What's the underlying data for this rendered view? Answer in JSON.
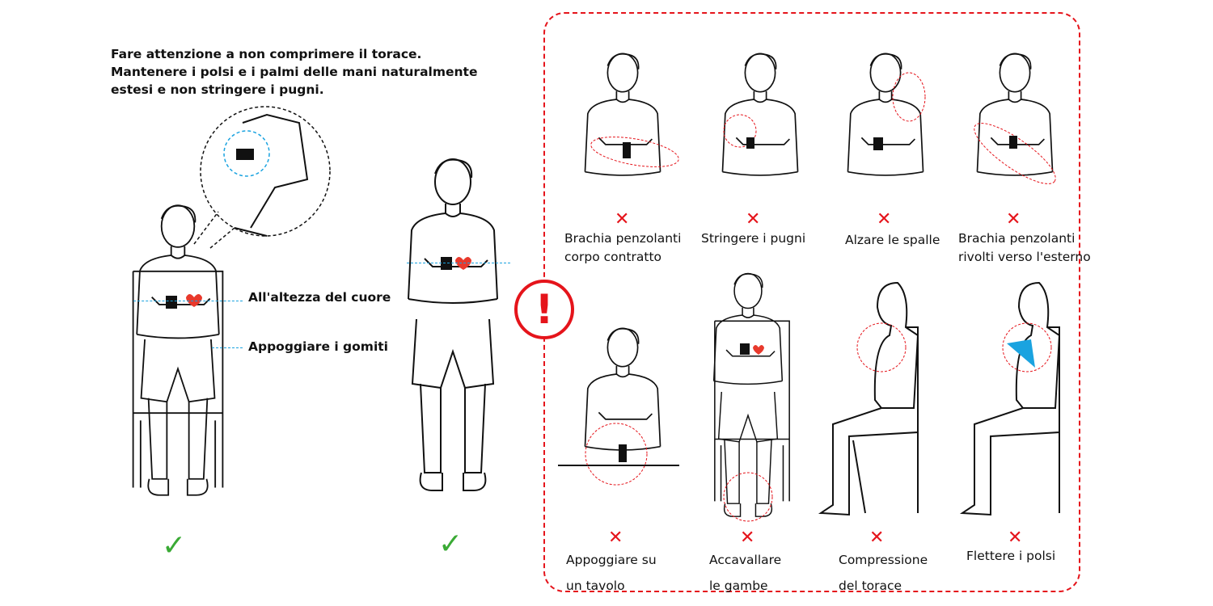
{
  "instructions": {
    "note": "Fare attenzione a non comprimere il torace.\nMantenere i polsi e i palmi delle mani naturalmente\nestesi e non stringere i pugni.",
    "heart_level_label": "All'altezza del cuore",
    "elbow_label": "Appoggiare i gomiti"
  },
  "correct_marks": [
    "✓",
    "✓"
  ],
  "warning_symbol": "!",
  "wrong_mark": "✕",
  "wrong_postures": [
    {
      "caption": "Brachia penzolanti\ncorpo contratto"
    },
    {
      "caption": "Stringere i pugni"
    },
    {
      "caption": "Alzare le spalle"
    },
    {
      "caption": "Brachia penzolanti\nrivolti verso l'esterno"
    },
    {
      "caption": "Appoggiare su\nun tavolo"
    },
    {
      "caption": "Accavallare\nle gambe"
    },
    {
      "caption": "Compressione\ndel torace"
    },
    {
      "caption": "Flettere i polsi"
    }
  ],
  "colors": {
    "accent_red": "#e5141b",
    "guide_blue": "#1aa3e0",
    "check_green": "#3aaa35",
    "heart": "#e8392c"
  }
}
